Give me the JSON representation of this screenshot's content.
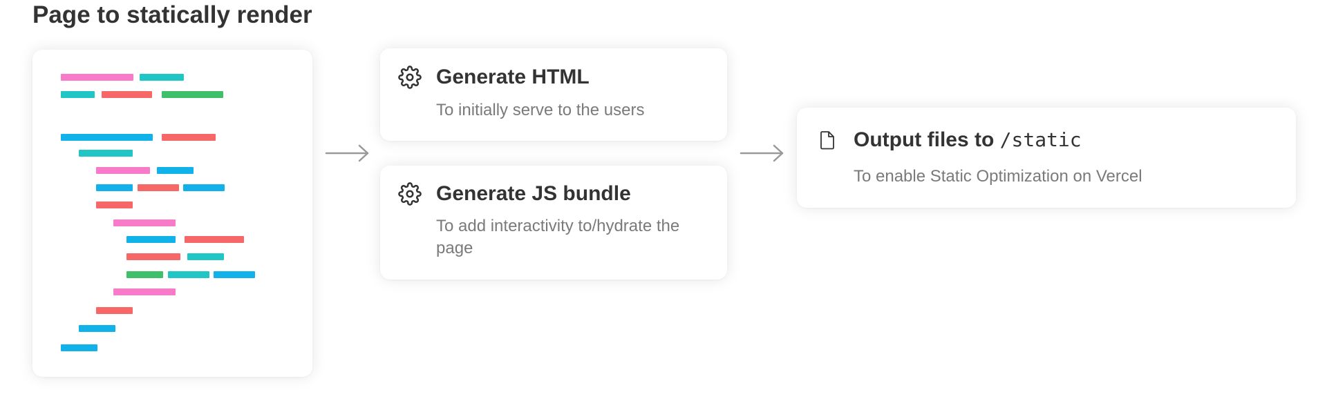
{
  "title": "Page to statically render",
  "colors": {
    "pink": "#f77bc9",
    "teal": "#20c5c5",
    "red": "#f76767",
    "green": "#3fbf6a",
    "blue": "#11b2ea",
    "title_text": "#333333",
    "muted_text": "#7a7a7a",
    "arrow": "#999999"
  },
  "steps": [
    {
      "icon": "gear-icon",
      "title": "Generate HTML",
      "description": "To initially serve to the users"
    },
    {
      "icon": "gear-icon",
      "title": "Generate JS bundle",
      "description": "To add interactivity to/hydrate the page"
    }
  ],
  "output": {
    "icon": "file-icon",
    "title_prefix": "Output files to ",
    "title_code": "/static",
    "description": "To enable Static Optimization on Vercel"
  }
}
